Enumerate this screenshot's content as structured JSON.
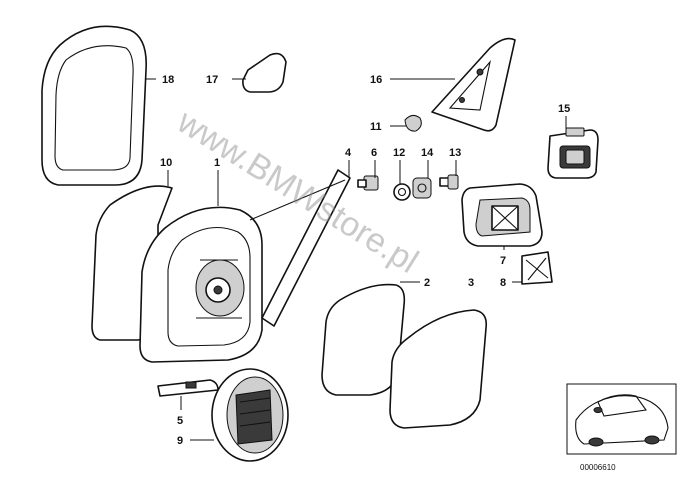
{
  "diagram": {
    "callouts": [
      {
        "id": "1",
        "label": "1"
      },
      {
        "id": "2",
        "label": "2"
      },
      {
        "id": "3",
        "label": "3"
      },
      {
        "id": "4",
        "label": "4"
      },
      {
        "id": "5",
        "label": "5"
      },
      {
        "id": "6",
        "label": "6"
      },
      {
        "id": "7",
        "label": "7"
      },
      {
        "id": "8",
        "label": "8"
      },
      {
        "id": "9",
        "label": "9"
      },
      {
        "id": "10",
        "label": "10"
      },
      {
        "id": "11",
        "label": "11"
      },
      {
        "id": "12",
        "label": "12"
      },
      {
        "id": "13",
        "label": "13"
      },
      {
        "id": "14",
        "label": "14"
      },
      {
        "id": "15",
        "label": "15"
      },
      {
        "id": "16",
        "label": "16"
      },
      {
        "id": "17",
        "label": "17"
      },
      {
        "id": "18",
        "label": "18"
      }
    ],
    "watermark": "www.BMWstore.pl",
    "reference_number": "00006610"
  }
}
